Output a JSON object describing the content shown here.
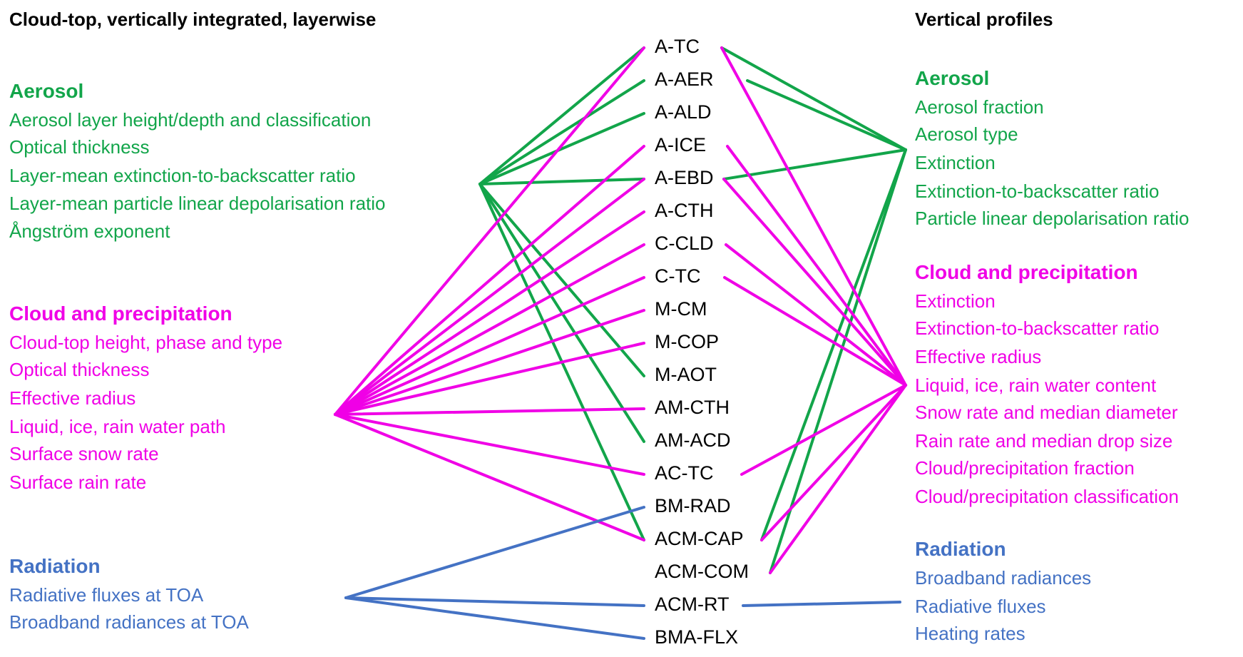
{
  "headers": {
    "left": "Cloud-top, vertically integrated, layerwise",
    "right": "Vertical profiles"
  },
  "colors": {
    "aerosol": "#12a54a",
    "cloud": "#f000e6",
    "radiation": "#4472c4"
  },
  "left_groups": {
    "aerosol": {
      "title": "Aerosol",
      "items": [
        "Aerosol layer height/depth and classification",
        "Optical thickness",
        "Layer-mean extinction-to-backscatter ratio",
        "Layer-mean particle linear depolarisation ratio",
        "Ångström exponent"
      ]
    },
    "cloud": {
      "title": "Cloud and precipitation",
      "items": [
        "Cloud-top height, phase and type",
        "Optical thickness",
        "Effective radius",
        "Liquid, ice, rain water path",
        "Surface snow rate",
        "Surface rain rate"
      ]
    },
    "radiation": {
      "title": "Radiation",
      "items": [
        "Radiative fluxes at TOA",
        "Broadband radiances at TOA"
      ]
    }
  },
  "products": [
    "A-TC",
    "A-AER",
    "A-ALD",
    "A-ICE",
    "A-EBD",
    "A-CTH",
    "C-CLD",
    "C-TC",
    "M-CM",
    "M-COP",
    "M-AOT",
    "AM-CTH",
    "AM-ACD",
    "AC-TC",
    "BM-RAD",
    "ACM-CAP",
    "ACM-COM",
    "ACM-RT",
    "BMA-FLX"
  ],
  "right_groups": {
    "aerosol": {
      "title": "Aerosol",
      "items": [
        "Aerosol fraction",
        "Aerosol type",
        "Extinction",
        "Extinction-to-backscatter ratio",
        "Particle linear depolarisation ratio"
      ]
    },
    "cloud": {
      "title": "Cloud and precipitation",
      "items": [
        "Extinction",
        "Extinction-to-backscatter ratio",
        "Effective radius",
        "Liquid, ice, rain water content",
        "Snow rate and median diameter",
        "Rain rate and median drop size",
        "Cloud/precipitation fraction",
        "Cloud/precipitation classification"
      ]
    },
    "radiation": {
      "title": "Radiation",
      "items": [
        "Broadband radiances",
        "Radiative fluxes",
        "Heating rates"
      ]
    }
  },
  "connections": {
    "left_aerosol": [
      "A-TC",
      "A-AER",
      "A-ALD",
      "A-EBD",
      "M-AOT",
      "AM-ACD",
      "ACM-CAP"
    ],
    "left_cloud": [
      "A-TC",
      "A-ICE",
      "A-EBD",
      "A-CTH",
      "C-CLD",
      "C-TC",
      "M-CM",
      "M-COP",
      "AM-CTH",
      "AC-TC",
      "ACM-CAP"
    ],
    "left_radiation": [
      "BM-RAD",
      "ACM-RT",
      "BMA-FLX"
    ],
    "right_aerosol": [
      "A-TC",
      "A-AER",
      "A-EBD",
      "ACM-CAP",
      "ACM-COM"
    ],
    "right_cloud": [
      "A-TC",
      "A-ICE",
      "A-EBD",
      "C-CLD",
      "C-TC",
      "AC-TC",
      "ACM-CAP",
      "ACM-COM"
    ],
    "right_radiation": [
      "ACM-RT"
    ]
  }
}
